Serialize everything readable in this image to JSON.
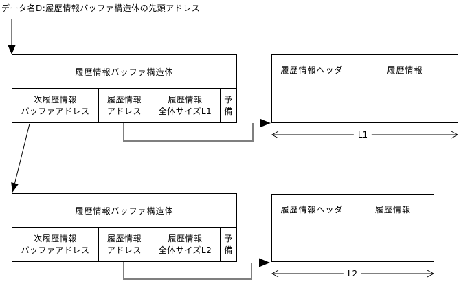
{
  "page": {
    "title_label": "データ名D:履歴情報バッファ構造体の先頭アドレス"
  },
  "buffer1": {
    "title": "履歴情報バッファ構造体",
    "cells": [
      {
        "line1": "次履歴情報",
        "line2": "バッファアドレス"
      },
      {
        "line1": "履歴情報",
        "line2": "アドレス"
      },
      {
        "line1": "履歴情報",
        "line2": "全体サイズL1"
      },
      {
        "line1": "予",
        "line2": "備"
      }
    ]
  },
  "history1": {
    "header": "履歴情報ヘッダ",
    "body": "履歴情報",
    "length_label": "L1"
  },
  "buffer2": {
    "title": "履歴情報バッファ構造体",
    "cells": [
      {
        "line1": "次履歴情報",
        "line2": "バッファアドレス"
      },
      {
        "line1": "履歴情報",
        "line2": "アドレス"
      },
      {
        "line1": "履歴情報",
        "line2": "全体サイズL2"
      },
      {
        "line1": "予",
        "line2": "備"
      }
    ]
  },
  "history2": {
    "header": "履歴情報ヘッダ",
    "body": "履歴情報",
    "length_label": "L2"
  },
  "colors": {
    "line": "#000000",
    "connector": "#7f7f7f",
    "background": "#ffffff"
  }
}
